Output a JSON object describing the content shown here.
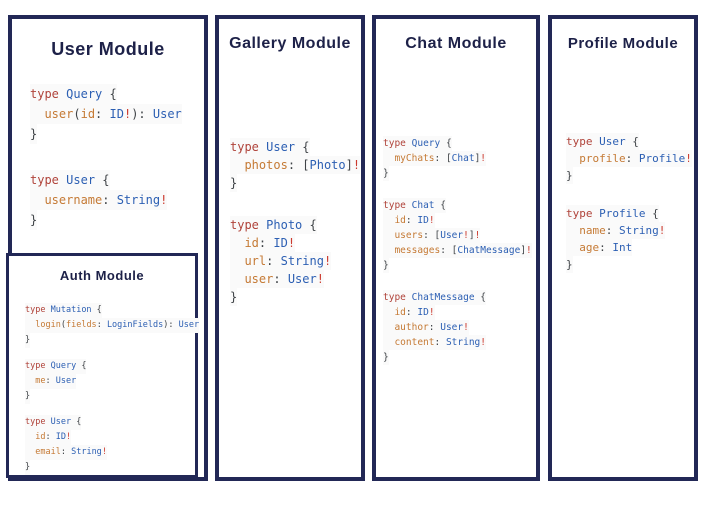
{
  "colors": {
    "border": "#222856",
    "title": "#1d2148",
    "keyword": "#b0433a",
    "type": "#2c5fb3",
    "field": "#c57a35",
    "punct": "#3f4347",
    "bang": "#cc3b2f",
    "line_bg": "#fafafa"
  },
  "panels": [
    {
      "id": "user-module",
      "title": "User Module",
      "blocks": [
        {
          "lines": [
            [
              [
                "kw",
                "type"
              ],
              [
                "pu",
                " "
              ],
              [
                "ty",
                "Query"
              ],
              [
                "pu",
                " {"
              ]
            ],
            [
              [
                "pu",
                "  "
              ],
              [
                "fd",
                "user"
              ],
              [
                "pu",
                "("
              ],
              [
                "fd",
                "id"
              ],
              [
                "pu",
                ": "
              ],
              [
                "ty",
                "ID"
              ],
              [
                "bg",
                "!"
              ],
              [
                "pu",
                "): "
              ],
              [
                "ty",
                "User"
              ]
            ],
            [
              [
                "pu",
                "}"
              ]
            ]
          ]
        },
        {
          "lines": [
            [
              [
                "kw",
                "type"
              ],
              [
                "pu",
                " "
              ],
              [
                "ty",
                "User"
              ],
              [
                "pu",
                " {"
              ]
            ],
            [
              [
                "pu",
                "  "
              ],
              [
                "fd",
                "username"
              ],
              [
                "pu",
                ": "
              ],
              [
                "ty",
                "String"
              ],
              [
                "bg",
                "!"
              ]
            ],
            [
              [
                "pu",
                "}"
              ]
            ]
          ]
        }
      ]
    },
    {
      "id": "gallery-module",
      "title": "Gallery Module",
      "blocks": [
        {
          "lines": [
            [
              [
                "kw",
                "type"
              ],
              [
                "pu",
                " "
              ],
              [
                "ty",
                "User"
              ],
              [
                "pu",
                " {"
              ]
            ],
            [
              [
                "pu",
                "  "
              ],
              [
                "fd",
                "photos"
              ],
              [
                "pu",
                ": ["
              ],
              [
                "ty",
                "Photo"
              ],
              [
                "pu",
                "]"
              ],
              [
                "bg",
                "!"
              ]
            ],
            [
              [
                "pu",
                "}"
              ]
            ]
          ]
        },
        {
          "lines": [
            [
              [
                "kw",
                "type"
              ],
              [
                "pu",
                " "
              ],
              [
                "ty",
                "Photo"
              ],
              [
                "pu",
                " {"
              ]
            ],
            [
              [
                "pu",
                "  "
              ],
              [
                "fd",
                "id"
              ],
              [
                "pu",
                ": "
              ],
              [
                "ty",
                "ID"
              ],
              [
                "bg",
                "!"
              ]
            ],
            [
              [
                "pu",
                "  "
              ],
              [
                "fd",
                "url"
              ],
              [
                "pu",
                ": "
              ],
              [
                "ty",
                "String"
              ],
              [
                "bg",
                "!"
              ]
            ],
            [
              [
                "pu",
                "  "
              ],
              [
                "fd",
                "user"
              ],
              [
                "pu",
                ": "
              ],
              [
                "ty",
                "User"
              ],
              [
                "bg",
                "!"
              ]
            ],
            [
              [
                "pu",
                "}"
              ]
            ]
          ]
        }
      ]
    },
    {
      "id": "chat-module",
      "title": "Chat Module",
      "blocks": [
        {
          "lines": [
            [
              [
                "kw",
                "type"
              ],
              [
                "pu",
                " "
              ],
              [
                "ty",
                "Query"
              ],
              [
                "pu",
                " {"
              ]
            ],
            [
              [
                "pu",
                "  "
              ],
              [
                "fd",
                "myChats"
              ],
              [
                "pu",
                ": ["
              ],
              [
                "ty",
                "Chat"
              ],
              [
                "pu",
                "]"
              ],
              [
                "bg",
                "!"
              ]
            ],
            [
              [
                "pu",
                "}"
              ]
            ]
          ]
        },
        {
          "lines": [
            [
              [
                "kw",
                "type"
              ],
              [
                "pu",
                " "
              ],
              [
                "ty",
                "Chat"
              ],
              [
                "pu",
                " {"
              ]
            ],
            [
              [
                "pu",
                "  "
              ],
              [
                "fd",
                "id"
              ],
              [
                "pu",
                ": "
              ],
              [
                "ty",
                "ID"
              ],
              [
                "bg",
                "!"
              ]
            ],
            [
              [
                "pu",
                "  "
              ],
              [
                "fd",
                "users"
              ],
              [
                "pu",
                ": ["
              ],
              [
                "ty",
                "User"
              ],
              [
                "bg",
                "!"
              ],
              [
                "pu",
                "]"
              ],
              [
                "bg",
                "!"
              ]
            ],
            [
              [
                "pu",
                "  "
              ],
              [
                "fd",
                "messages"
              ],
              [
                "pu",
                ": ["
              ],
              [
                "ty",
                "ChatMessage"
              ],
              [
                "pu",
                "]"
              ],
              [
                "bg",
                "!"
              ]
            ],
            [
              [
                "pu",
                "}"
              ]
            ]
          ]
        },
        {
          "lines": [
            [
              [
                "kw",
                "type"
              ],
              [
                "pu",
                " "
              ],
              [
                "ty",
                "ChatMessage"
              ],
              [
                "pu",
                " {"
              ]
            ],
            [
              [
                "pu",
                "  "
              ],
              [
                "fd",
                "id"
              ],
              [
                "pu",
                ": "
              ],
              [
                "ty",
                "ID"
              ],
              [
                "bg",
                "!"
              ]
            ],
            [
              [
                "pu",
                "  "
              ],
              [
                "fd",
                "author"
              ],
              [
                "pu",
                ": "
              ],
              [
                "ty",
                "User"
              ],
              [
                "bg",
                "!"
              ]
            ],
            [
              [
                "pu",
                "  "
              ],
              [
                "fd",
                "content"
              ],
              [
                "pu",
                ": "
              ],
              [
                "ty",
                "String"
              ],
              [
                "bg",
                "!"
              ]
            ],
            [
              [
                "pu",
                "}"
              ]
            ]
          ]
        }
      ]
    },
    {
      "id": "profile-module",
      "title": "Profile Module",
      "blocks": [
        {
          "lines": [
            [
              [
                "kw",
                "type"
              ],
              [
                "pu",
                " "
              ],
              [
                "ty",
                "User"
              ],
              [
                "pu",
                " {"
              ]
            ],
            [
              [
                "pu",
                "  "
              ],
              [
                "fd",
                "profile"
              ],
              [
                "pu",
                ": "
              ],
              [
                "ty",
                "Profile"
              ],
              [
                "bg",
                "!"
              ]
            ],
            [
              [
                "pu",
                "}"
              ]
            ]
          ]
        },
        {
          "lines": [
            [
              [
                "kw",
                "type"
              ],
              [
                "pu",
                " "
              ],
              [
                "ty",
                "Profile"
              ],
              [
                "pu",
                " {"
              ]
            ],
            [
              [
                "pu",
                "  "
              ],
              [
                "fd",
                "name"
              ],
              [
                "pu",
                ": "
              ],
              [
                "ty",
                "String"
              ],
              [
                "bg",
                "!"
              ]
            ],
            [
              [
                "pu",
                "  "
              ],
              [
                "fd",
                "age"
              ],
              [
                "pu",
                ": "
              ],
              [
                "ty",
                "Int"
              ]
            ],
            [
              [
                "pu",
                "}"
              ]
            ]
          ]
        }
      ]
    }
  ],
  "auth_panel": {
    "id": "auth-module",
    "title": "Auth Module",
    "blocks": [
      {
        "lines": [
          [
            [
              "kw",
              "type"
            ],
            [
              "pu",
              " "
            ],
            [
              "ty",
              "Mutation"
            ],
            [
              "pu",
              " {"
            ]
          ],
          [
            [
              "pu",
              "  "
            ],
            [
              "fd",
              "login"
            ],
            [
              "pu",
              "("
            ],
            [
              "fd",
              "fields"
            ],
            [
              "pu",
              ": "
            ],
            [
              "ty",
              "LoginFields"
            ],
            [
              "pu",
              "): "
            ],
            [
              "ty",
              "User"
            ]
          ],
          [
            [
              "pu",
              "}"
            ]
          ]
        ]
      },
      {
        "lines": [
          [
            [
              "kw",
              "type"
            ],
            [
              "pu",
              " "
            ],
            [
              "ty",
              "Query"
            ],
            [
              "pu",
              " {"
            ]
          ],
          [
            [
              "pu",
              "  "
            ],
            [
              "fd",
              "me"
            ],
            [
              "pu",
              ": "
            ],
            [
              "ty",
              "User"
            ]
          ],
          [
            [
              "pu",
              "}"
            ]
          ]
        ]
      },
      {
        "lines": [
          [
            [
              "kw",
              "type"
            ],
            [
              "pu",
              " "
            ],
            [
              "ty",
              "User"
            ],
            [
              "pu",
              " {"
            ]
          ],
          [
            [
              "pu",
              "  "
            ],
            [
              "fd",
              "id"
            ],
            [
              "pu",
              ": "
            ],
            [
              "ty",
              "ID"
            ],
            [
              "bg",
              "!"
            ]
          ],
          [
            [
              "pu",
              "  "
            ],
            [
              "fd",
              "email"
            ],
            [
              "pu",
              ": "
            ],
            [
              "ty",
              "String"
            ],
            [
              "bg",
              "!"
            ]
          ],
          [
            [
              "pu",
              "}"
            ]
          ]
        ]
      }
    ]
  }
}
